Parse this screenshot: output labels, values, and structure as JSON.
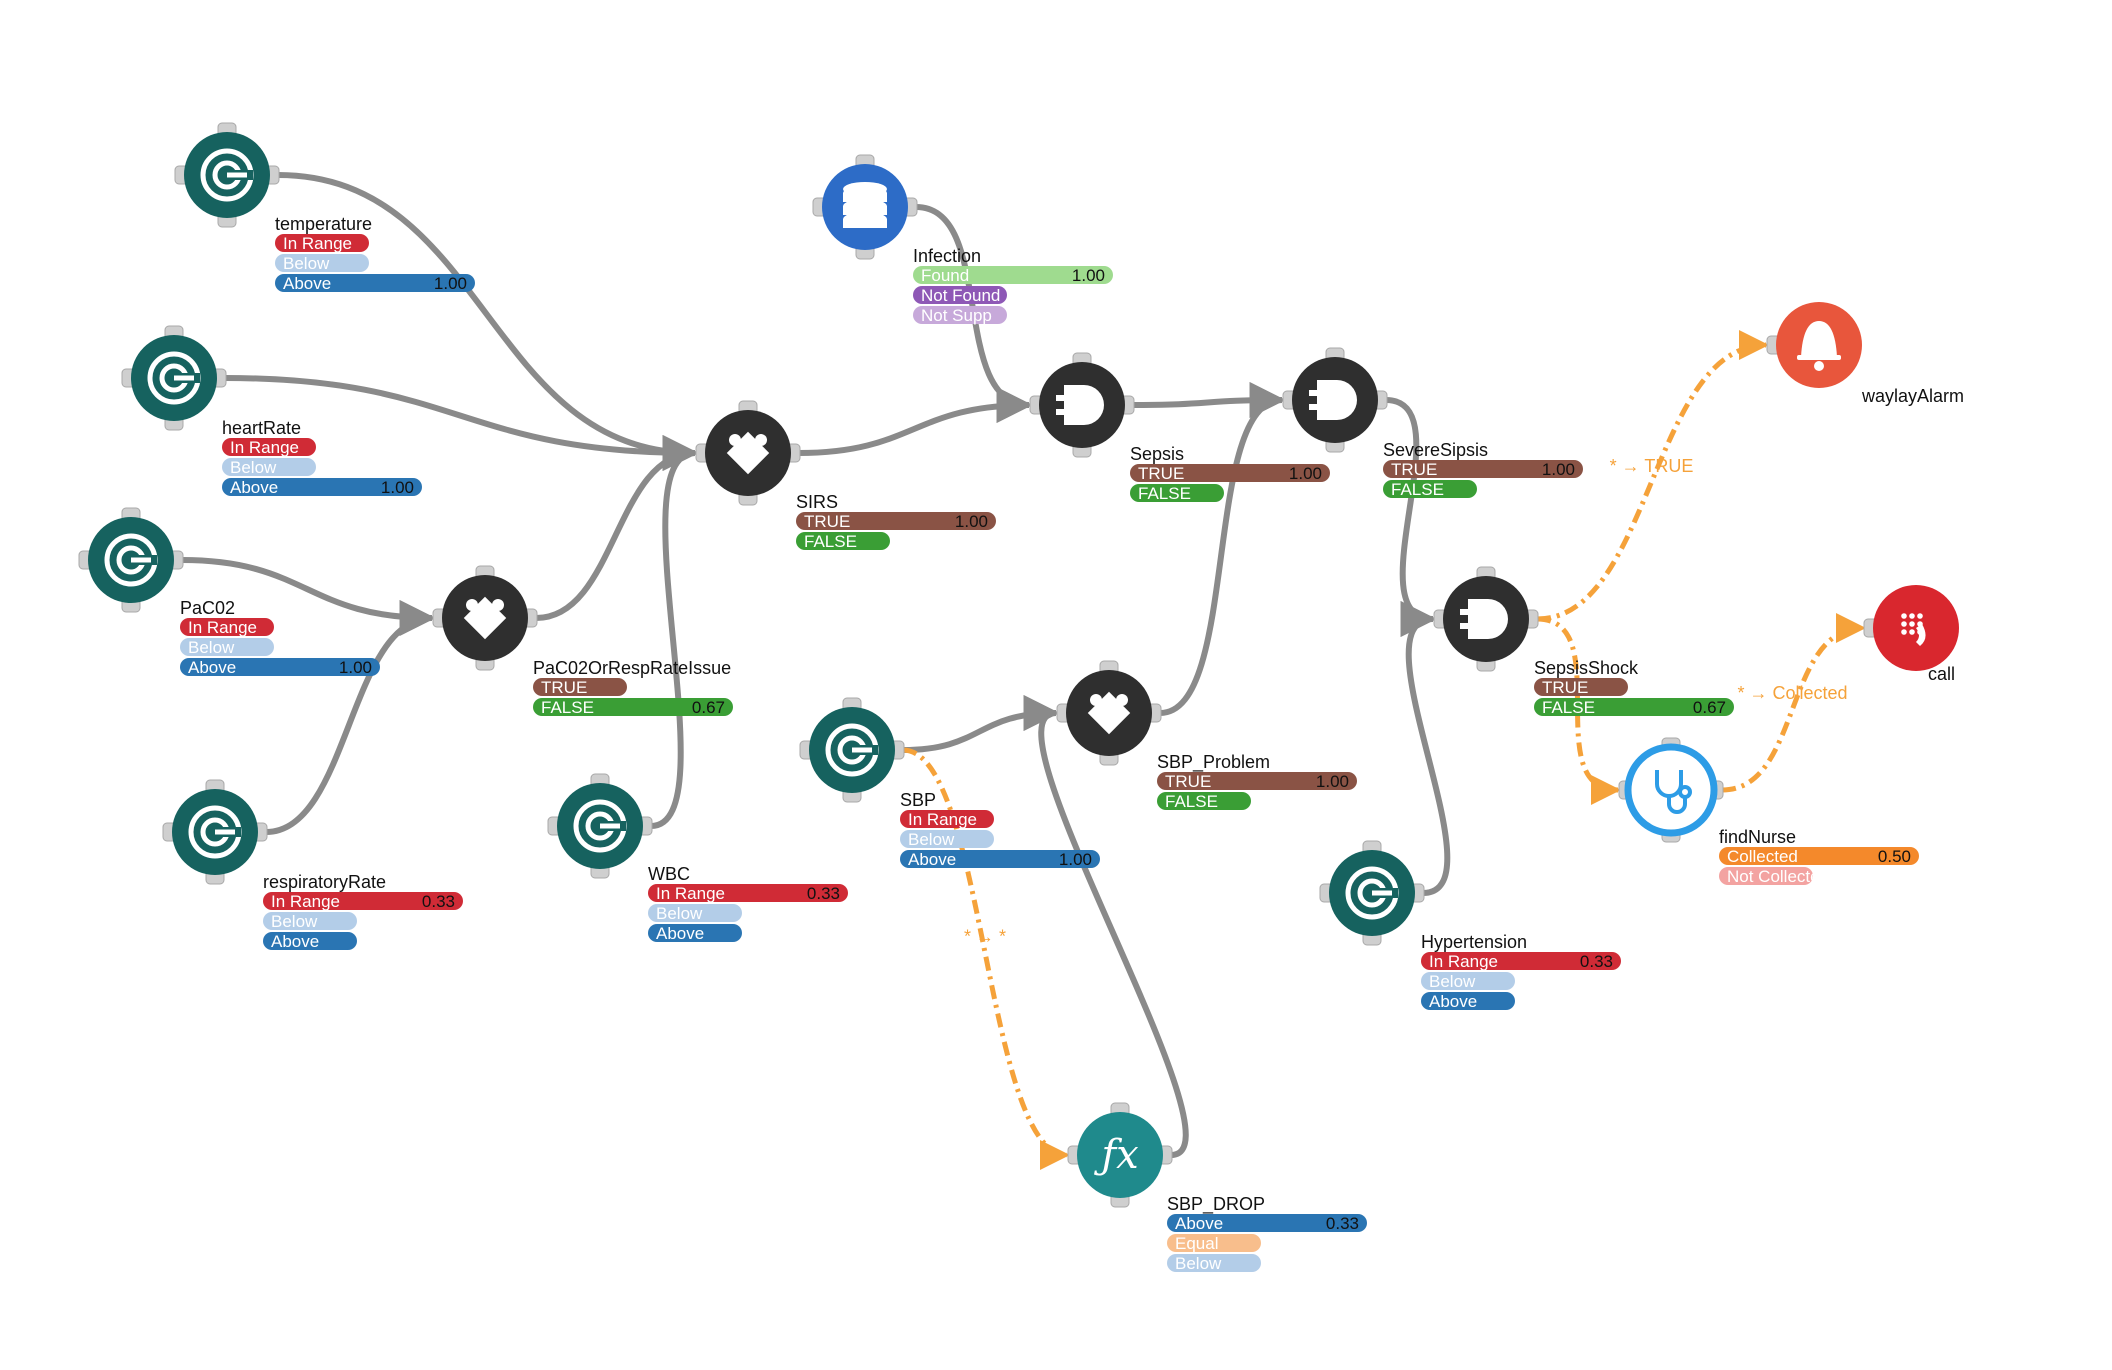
{
  "colors": {
    "sensor": "#16625f",
    "gate": "#2f2f2f",
    "database": "#2d6cc7",
    "function": "#1f8a8c",
    "alarm": "#e8563c",
    "call": "#d9272e",
    "nurse": "#2d9ce6",
    "port": "#cfcfcf",
    "edge": "#8a8a8a",
    "edge_alt": "#f5a23a",
    "in_range": "#d02b36",
    "below": "#b3cde8",
    "above": "#2a75b3",
    "true": "#8a5345",
    "false": "#3a9e35",
    "found": "#9fdb8f",
    "not_found": "#8e58b6",
    "not_supported": "#c7a9da",
    "equal": "#f8be8c",
    "collected": "#f4892b",
    "not_collected": "#f3a3a1"
  },
  "nodes": [
    {
      "id": "temperature",
      "kind": "sensor",
      "icon": "sensor-gauge-icon",
      "title": "temperature",
      "states": [
        {
          "label": "In Range",
          "color": "in_range",
          "value": ""
        },
        {
          "label": "Below",
          "color": "below",
          "value": ""
        },
        {
          "label": "Above",
          "color": "above",
          "value": "1.00",
          "full": true
        }
      ]
    },
    {
      "id": "heartRate",
      "kind": "sensor",
      "icon": "sensor-gauge-icon",
      "title": "heartRate",
      "states": [
        {
          "label": "In Range",
          "color": "in_range",
          "value": ""
        },
        {
          "label": "Below",
          "color": "below",
          "value": ""
        },
        {
          "label": "Above",
          "color": "above",
          "value": "1.00",
          "full": true
        }
      ]
    },
    {
      "id": "PaC02",
      "kind": "sensor",
      "icon": "sensor-gauge-icon",
      "title": "PaC02",
      "states": [
        {
          "label": "In Range",
          "color": "in_range",
          "value": ""
        },
        {
          "label": "Below",
          "color": "below",
          "value": ""
        },
        {
          "label": "Above",
          "color": "above",
          "value": "1.00",
          "full": true
        }
      ]
    },
    {
      "id": "respiratoryRate",
      "kind": "sensor",
      "icon": "sensor-gauge-icon",
      "title": "respiratoryRate",
      "states": [
        {
          "label": "In Range",
          "color": "in_range",
          "value": "0.33",
          "full": true
        },
        {
          "label": "Below",
          "color": "below",
          "value": ""
        },
        {
          "label": "Above",
          "color": "above",
          "value": ""
        }
      ]
    },
    {
      "id": "WBC",
      "kind": "sensor",
      "icon": "sensor-gauge-icon",
      "title": "WBC",
      "states": [
        {
          "label": "In Range",
          "color": "in_range",
          "value": "0.33",
          "full": true
        },
        {
          "label": "Below",
          "color": "below",
          "value": ""
        },
        {
          "label": "Above",
          "color": "above",
          "value": ""
        }
      ]
    },
    {
      "id": "SBP",
      "kind": "sensor",
      "icon": "sensor-gauge-icon",
      "title": "SBP",
      "states": [
        {
          "label": "In Range",
          "color": "in_range",
          "value": ""
        },
        {
          "label": "Below",
          "color": "below",
          "value": ""
        },
        {
          "label": "Above",
          "color": "above",
          "value": "1.00",
          "full": true
        }
      ]
    },
    {
      "id": "Hypertension",
      "kind": "sensor",
      "icon": "sensor-gauge-icon",
      "title": "Hypertension",
      "states": [
        {
          "label": "In Range",
          "color": "in_range",
          "value": "0.33",
          "full": true
        },
        {
          "label": "Below",
          "color": "below",
          "value": ""
        },
        {
          "label": "Above",
          "color": "above",
          "value": ""
        }
      ]
    },
    {
      "id": "PaC02OrRespRateIssue",
      "kind": "gate",
      "icon": "puzzle-icon",
      "title": "PaC02OrRespRateIssue",
      "states": [
        {
          "label": "TRUE",
          "color": "true",
          "value": ""
        },
        {
          "label": "FALSE",
          "color": "false",
          "value": "0.67",
          "full": true
        }
      ]
    },
    {
      "id": "SIRS",
      "kind": "gate",
      "icon": "puzzle-icon",
      "title": "SIRS",
      "states": [
        {
          "label": "TRUE",
          "color": "true",
          "value": "1.00",
          "full": true
        },
        {
          "label": "FALSE",
          "color": "false",
          "value": ""
        }
      ]
    },
    {
      "id": "SBP_Problem",
      "kind": "gate",
      "icon": "puzzle-icon",
      "title": "SBP_Problem",
      "states": [
        {
          "label": "TRUE",
          "color": "true",
          "value": "1.00",
          "full": true
        },
        {
          "label": "FALSE",
          "color": "false",
          "value": ""
        }
      ]
    },
    {
      "id": "Infection",
      "kind": "database",
      "icon": "database-icon",
      "title": "Infection",
      "states": [
        {
          "label": "Found",
          "color": "found",
          "value": "1.00",
          "full": true
        },
        {
          "label": "Not Found",
          "color": "not_found",
          "value": ""
        },
        {
          "label": "Not Supp",
          "color": "not_supported",
          "value": ""
        }
      ]
    },
    {
      "id": "Sepsis",
      "kind": "gate",
      "icon": "and-gate-icon",
      "title": "Sepsis",
      "states": [
        {
          "label": "TRUE",
          "color": "true",
          "value": "1.00",
          "full": true
        },
        {
          "label": "FALSE",
          "color": "false",
          "value": ""
        }
      ]
    },
    {
      "id": "SevereSipsis",
      "kind": "gate",
      "icon": "and-gate-icon",
      "title": "SevereSipsis",
      "states": [
        {
          "label": "TRUE",
          "color": "true",
          "value": "1.00",
          "full": true
        },
        {
          "label": "FALSE",
          "color": "false",
          "value": ""
        }
      ]
    },
    {
      "id": "SepsisShock",
      "kind": "gate",
      "icon": "and-gate-icon",
      "title": "SepsisShock",
      "states": [
        {
          "label": "TRUE",
          "color": "true",
          "value": ""
        },
        {
          "label": "FALSE",
          "color": "false",
          "value": "0.67",
          "full": true
        }
      ]
    },
    {
      "id": "SBP_DROP",
      "kind": "function",
      "icon": "function-fx-icon",
      "title": "SBP_DROP",
      "states": [
        {
          "label": "Above",
          "color": "above",
          "value": "0.33",
          "full": true
        },
        {
          "label": "Equal",
          "color": "equal",
          "value": ""
        },
        {
          "label": "Below",
          "color": "below",
          "value": ""
        }
      ]
    },
    {
      "id": "waylayAlarm",
      "kind": "alarm",
      "icon": "bell-icon",
      "title": "waylayAlarm",
      "states": []
    },
    {
      "id": "call",
      "kind": "call",
      "icon": "phone-icon",
      "title": "call",
      "states": []
    },
    {
      "id": "findNurse",
      "kind": "nurse",
      "icon": "stethoscope-icon",
      "title": "findNurse",
      "states": [
        {
          "label": "Collected",
          "color": "collected",
          "value": "0.50",
          "full": true
        },
        {
          "label": "Not Collected",
          "color": "not_collected",
          "value": ""
        }
      ]
    }
  ],
  "edges": [
    {
      "from": "temperature",
      "to": "SIRS",
      "style": "solid",
      "label": ""
    },
    {
      "from": "heartRate",
      "to": "SIRS",
      "style": "solid",
      "label": ""
    },
    {
      "from": "PaC02",
      "to": "PaC02OrRespRateIssue",
      "style": "solid",
      "label": ""
    },
    {
      "from": "respiratoryRate",
      "to": "PaC02OrRespRateIssue",
      "style": "solid",
      "label": ""
    },
    {
      "from": "PaC02OrRespRateIssue",
      "to": "SIRS",
      "style": "solid",
      "label": ""
    },
    {
      "from": "WBC",
      "to": "SIRS",
      "style": "solid",
      "label": ""
    },
    {
      "from": "SIRS",
      "to": "Sepsis",
      "style": "solid",
      "label": ""
    },
    {
      "from": "Infection",
      "to": "Sepsis",
      "style": "solid",
      "label": ""
    },
    {
      "from": "Sepsis",
      "to": "SevereSipsis",
      "style": "solid",
      "label": ""
    },
    {
      "from": "SBP_Problem",
      "to": "SevereSipsis",
      "style": "solid",
      "label": ""
    },
    {
      "from": "SBP",
      "to": "SBP_Problem",
      "style": "solid",
      "label": ""
    },
    {
      "from": "SBP_DROP",
      "to": "SBP_Problem",
      "style": "solid",
      "label": ""
    },
    {
      "from": "SevereSipsis",
      "to": "SepsisShock",
      "style": "solid",
      "label": ""
    },
    {
      "from": "Hypertension",
      "to": "SepsisShock",
      "style": "solid",
      "label": ""
    },
    {
      "from": "SBP",
      "to": "SBP_DROP",
      "style": "dashed",
      "label": "* → *"
    },
    {
      "from": "SepsisShock",
      "to": "waylayAlarm",
      "style": "dashed",
      "label": "* → TRUE"
    },
    {
      "from": "SepsisShock",
      "to": "findNurse",
      "style": "dashed",
      "label": "* → TRUE"
    },
    {
      "from": "findNurse",
      "to": "call",
      "style": "dashed",
      "label": "* → Collected"
    }
  ]
}
